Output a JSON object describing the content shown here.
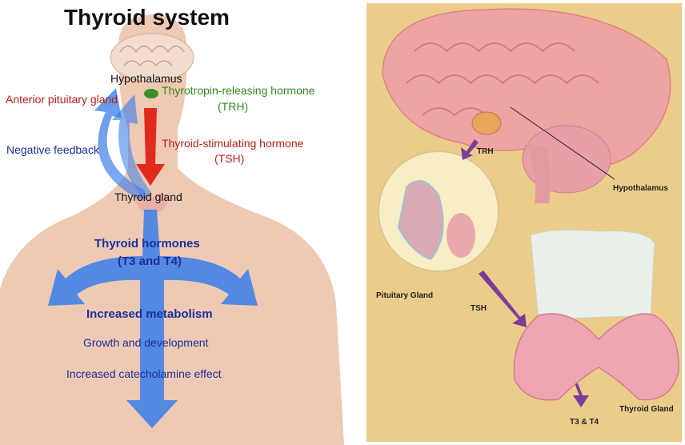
{
  "left_panel": {
    "title": "Thyroid system",
    "labels": {
      "hypothalamus": "Hypothalamus",
      "anterior_pituitary": "Anterior pituitary gland",
      "trh_name": "Thyrotropin-releasing hormone",
      "trh_abbr": "(TRH)",
      "negative_feedback": "Negative feedback",
      "tsh_name": "Thyroid-stimulating hormone",
      "tsh_abbr": "(TSH)",
      "thyroid_gland": "Thyroid gland",
      "thyroid_hormones": "Thyroid hormones",
      "t3_t4": "(T3 and T4)",
      "increased_metabolism": "Increased metabolism",
      "growth": "Growth and development",
      "catecholamine": "Increased catecholamine effect"
    },
    "colors": {
      "body": "#eec9b3",
      "arrow_blue": "#3f7fe8",
      "arrow_red": "#e02a1c",
      "text_red": "#b5201d",
      "text_green": "#2f8a1e",
      "text_blue": "#1a2f9a"
    }
  },
  "right_panel": {
    "labels": {
      "trh": "TRH",
      "hypothalamus": "Hypothalamus",
      "pituitary_gland": "Pituitary Gland",
      "tsh": "TSH",
      "thyroid_gland": "Thyroid Gland",
      "t3_t4": "T3 & T4"
    },
    "colors": {
      "background": "#eccc8a",
      "brain": "#efa4a4",
      "arrow_purple": "#7a3c9a"
    }
  }
}
